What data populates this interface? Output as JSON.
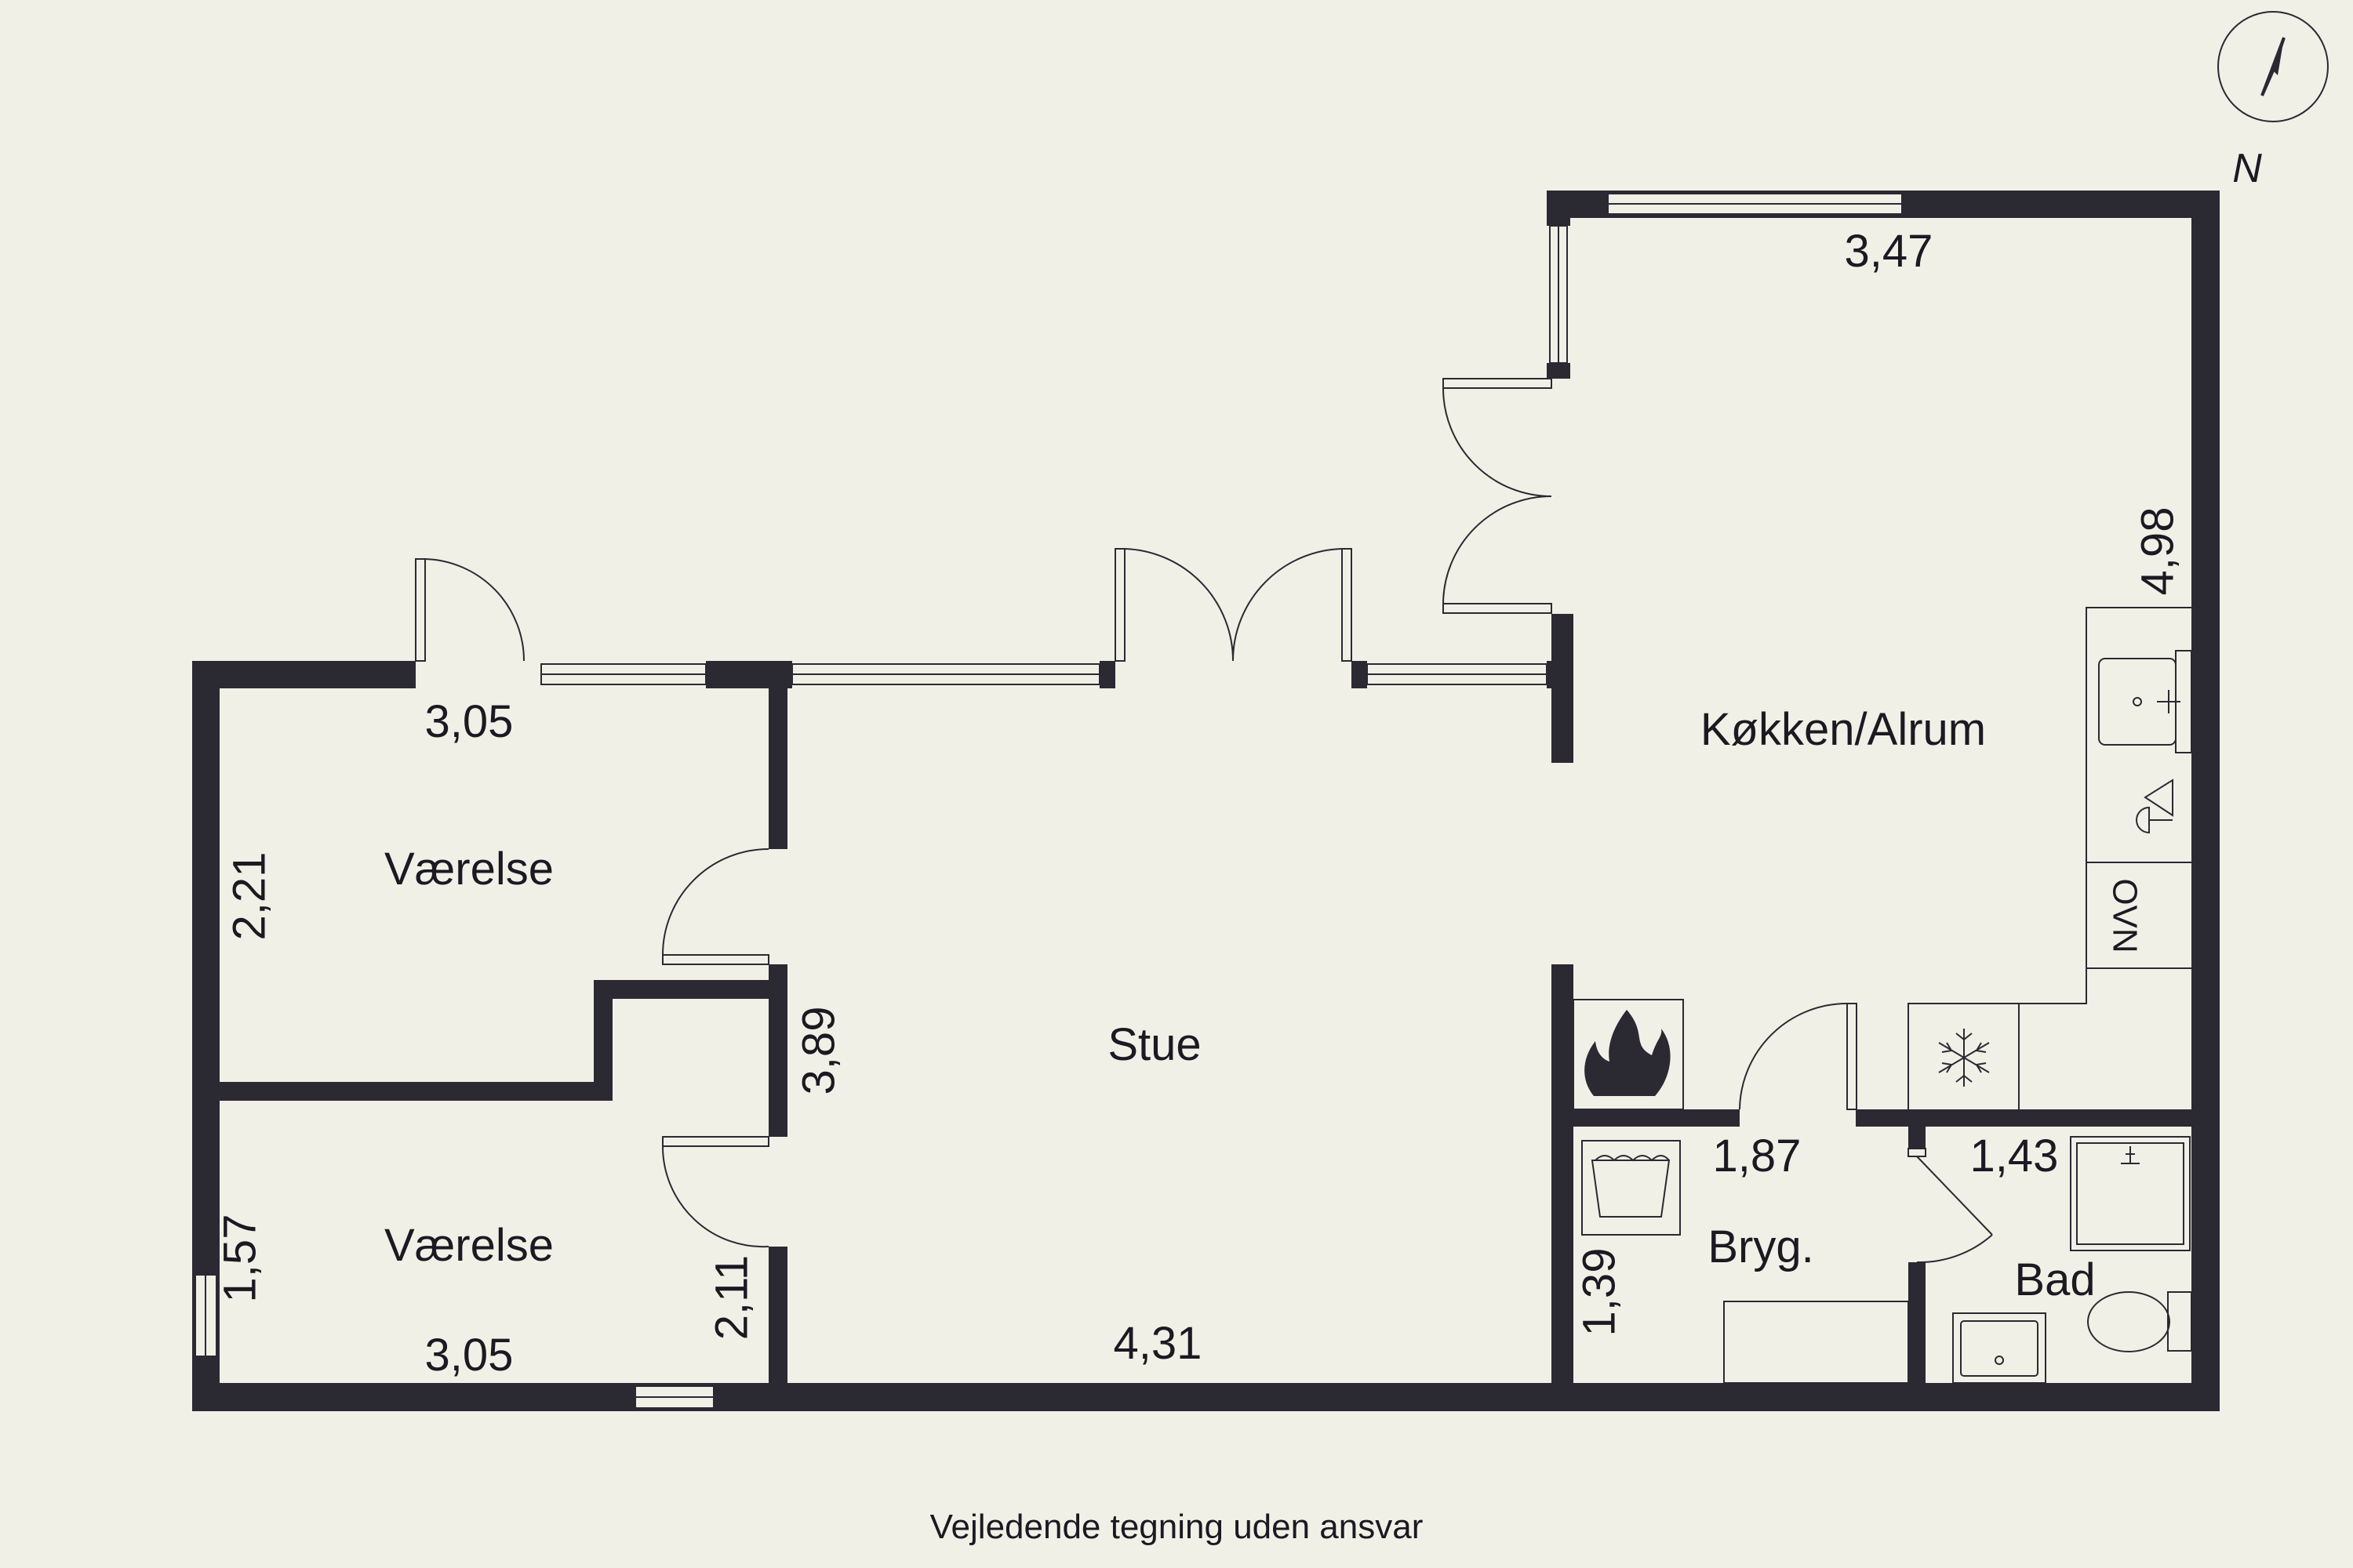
{
  "rooms": {
    "kitchen": "Køkken/Alrum",
    "living": "Stue",
    "bedroom_top": "Værelse",
    "bedroom_bottom": "Værelse",
    "utility": "Bryg.",
    "bath": "Bad"
  },
  "dimensions": {
    "kitchen_width": "3,47",
    "kitchen_depth": "4,98",
    "bedroom_top_width": "3,05",
    "bedroom_top_depth": "2,21",
    "bedroom_bottom_width": "3,05",
    "bedroom_bottom_depth": "1,57",
    "living_width": "4,31",
    "living_depth": "3,89",
    "hall_depth": "2,11",
    "utility_width": "1,87",
    "utility_depth": "1,39",
    "bath_width": "1,43"
  },
  "appliances": {
    "oven": "OVN"
  },
  "compass": {
    "north_label": "N"
  },
  "footer": {
    "disclaimer": "Vejledende tegning uden ansvar"
  },
  "colors": {
    "background": "#f1f0e7",
    "wall": "#2b2932"
  }
}
